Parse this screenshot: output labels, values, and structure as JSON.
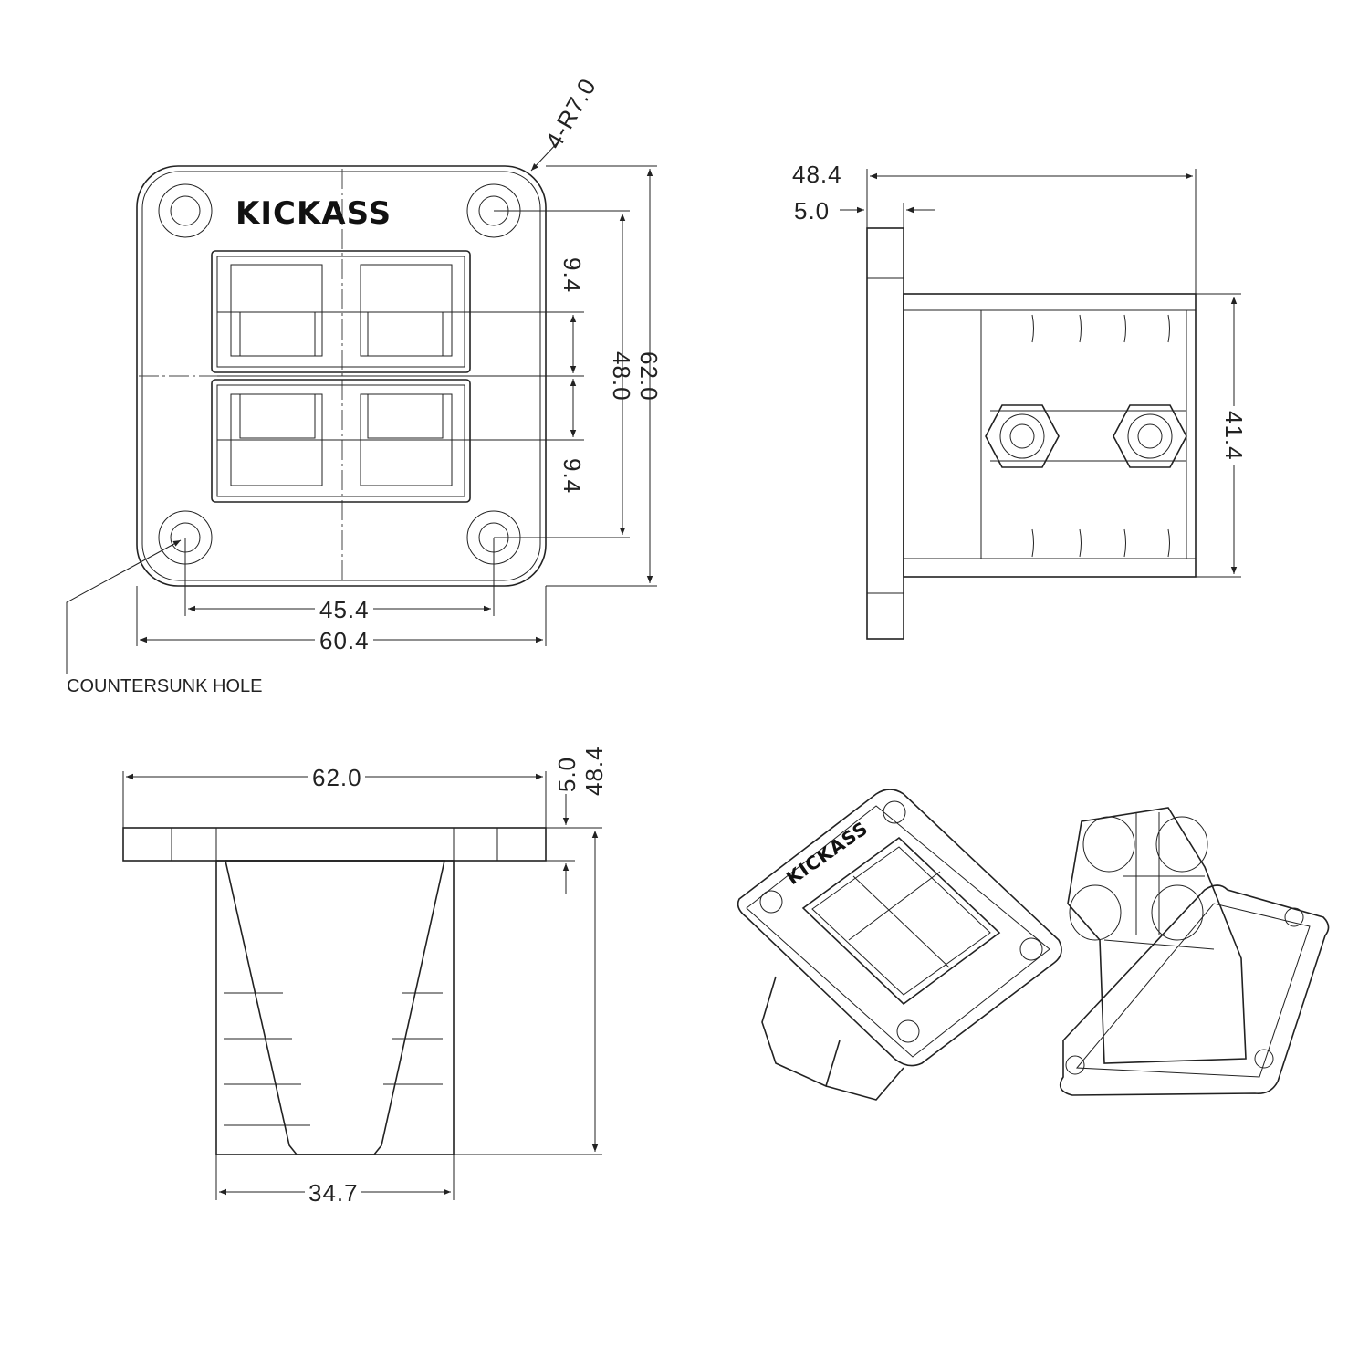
{
  "logo_text": "KICKASS",
  "front_view": {
    "corner_radius_label": "4-R7.0",
    "pitch_upper_label": "9.4",
    "pitch_lower_label": "9.4",
    "hole_vertical_label": "48.0",
    "overall_height_label": "62.0",
    "hole_horizontal_label": "45.4",
    "overall_width_label": "60.4",
    "countersunk_note": "COUNTERSUNK HOLE"
  },
  "side_view": {
    "depth_label": "48.4",
    "plate_thickness_label": "5.0",
    "body_height_label": "41.4"
  },
  "bottom_view": {
    "plate_width_label": "62.0",
    "plate_thickness_label": "5.0",
    "depth_label": "48.4",
    "body_width_label": "34.7"
  }
}
